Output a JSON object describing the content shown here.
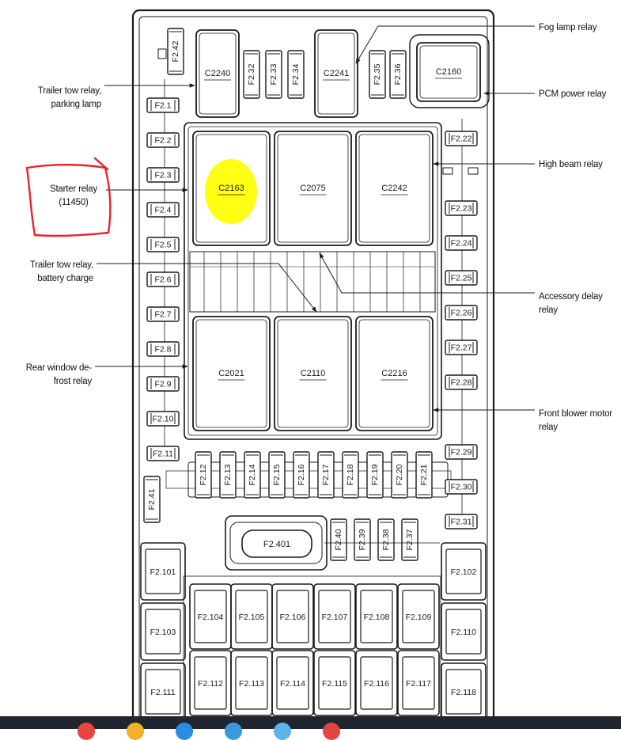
{
  "callouts": {
    "trailer_tow_parking": [
      "Trailer tow relay,",
      "parking lamp"
    ],
    "starter_relay": [
      "Starter relay",
      "(11450)"
    ],
    "trailer_tow_battery": [
      "Trailer tow relay,",
      "battery charge"
    ],
    "rear_window_defrost": [
      "Rear window de-",
      "frost relay"
    ],
    "fog_lamp": [
      "Fog lamp relay"
    ],
    "pcm_power": [
      "PCM power relay"
    ],
    "high_beam": [
      "High beam relay"
    ],
    "accessory_delay": [
      "Accessory delay",
      "relay"
    ],
    "front_blower": [
      "Front blower motor",
      "relay"
    ]
  },
  "relays": {
    "top": [
      "C2240",
      "C2241",
      "C2160"
    ],
    "upper_row": [
      "C2163",
      "C2075",
      "C2242"
    ],
    "lower_row": [
      "C2021",
      "C2110",
      "C2216"
    ]
  },
  "fuses": {
    "top_left": "F2.42",
    "top_middle": [
      "F2.32",
      "F2.33",
      "F2.34"
    ],
    "top_right": [
      "F2.35",
      "F2.36"
    ],
    "left_column": [
      "F2.1",
      "F2.2",
      "F2.3",
      "F2.4",
      "F2.5",
      "F2.6",
      "F2.7",
      "F2.8",
      "F2.9",
      "F2.10",
      "F2.11"
    ],
    "right_column": [
      "F2.22",
      "F2.23",
      "F2.24",
      "F2.25",
      "F2.26",
      "F2.27",
      "F2.28",
      "F2.29",
      "F2.30",
      "F2.31"
    ],
    "middle_row": [
      "F2.12",
      "F2.13",
      "F2.14",
      "F2.15",
      "F2.16",
      "F2.17",
      "F2.18",
      "F2.19",
      "F2.20",
      "F2.21"
    ],
    "left_side": "F2.41",
    "large_middle": "F2.401",
    "small_middle": [
      "F2.40",
      "F2.39",
      "F2.38",
      "F2.37"
    ],
    "maxi_left": [
      "F2.101",
      "F2.103",
      "F2.111"
    ],
    "maxi_right": [
      "F2.102",
      "F2.110",
      "F2.118"
    ],
    "maxi_row1": [
      "F2.104",
      "F2.105",
      "F2.106",
      "F2.107",
      "F2.108",
      "F2.109"
    ],
    "maxi_row2": [
      "F2.112",
      "F2.113",
      "F2.114",
      "F2.115",
      "F2.116",
      "F2.117"
    ]
  },
  "highlight": {
    "color": "#ffff00",
    "target": "C2163"
  },
  "annotation": {
    "color": "#e8222b",
    "target": "starter_relay"
  },
  "taskbar_icons": [
    "#e8453c",
    "#f2b12c",
    "#2a8be0",
    "#3a9ad9",
    "#5cb3e8",
    "#e0463f"
  ]
}
